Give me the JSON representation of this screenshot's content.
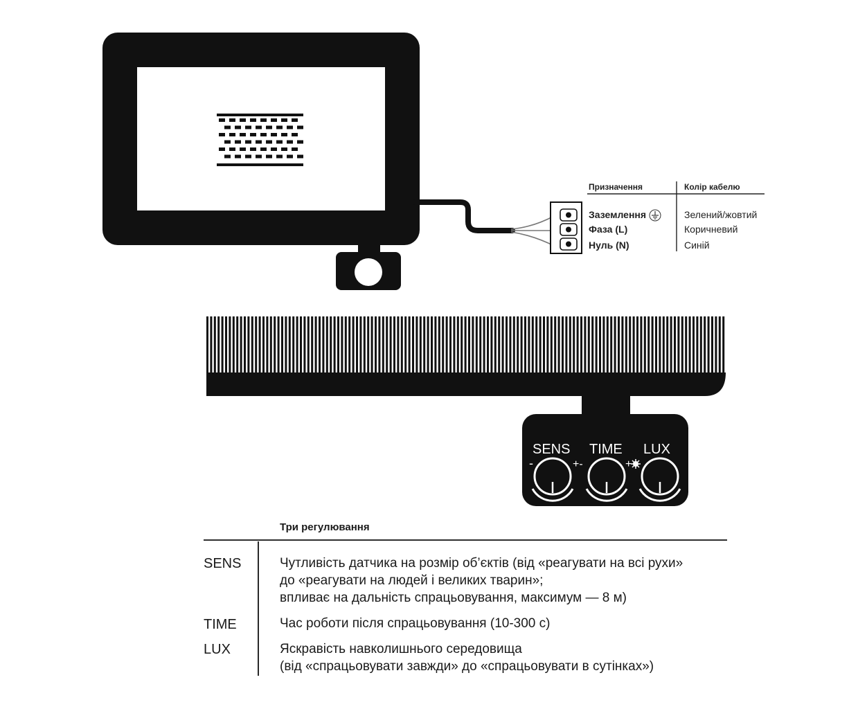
{
  "wiring": {
    "col_purpose": "Призначення",
    "col_cable": "Колір кабелю",
    "rows": [
      {
        "purpose": "Заземлення",
        "color": "Зелений/жовтий"
      },
      {
        "purpose": "Фаза (L)",
        "color": "Коричневий"
      },
      {
        "purpose": "Нуль (N)",
        "color": "Синій"
      }
    ]
  },
  "controls": {
    "knobs": [
      "SENS",
      "TIME",
      "LUX"
    ]
  },
  "adjustments": {
    "title": "Три регулювання",
    "rows": [
      {
        "name": "SENS",
        "lines": [
          "Чутливість датчика на розмір об’єктів (від «реагувати на всі рухи»",
          "до «реагувати на людей і великих тварин»;",
          "впливає на дальність спрацьовування, максимум — 8 м)"
        ]
      },
      {
        "name": "TIME",
        "lines": [
          "Час роботи після спрацьовування (10-300 с)"
        ]
      },
      {
        "name": "LUX",
        "lines": [
          "Яскравість навколишнього середовища",
          "(від «спрацьовувати завжди» до «спрацьовувати в сутінках»)"
        ]
      }
    ]
  },
  "colors": {
    "body": "#111111",
    "panel": "#ffffff",
    "line": "#222222"
  }
}
